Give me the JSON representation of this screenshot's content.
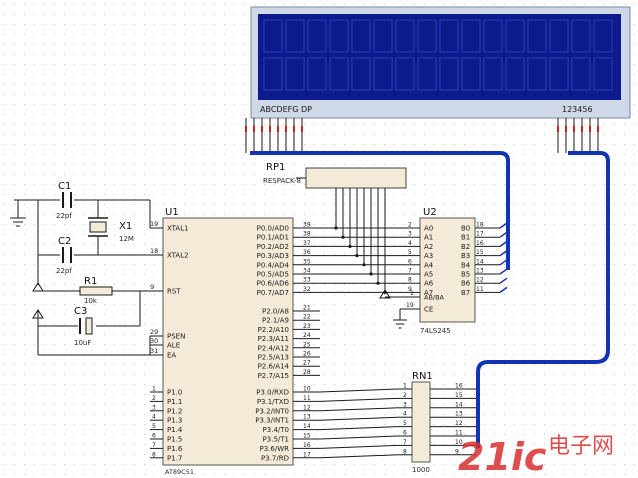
{
  "lcd": {
    "left_label": "ABCDEFG DP",
    "right_label": "123456"
  },
  "crystal": {
    "ref": "X1",
    "value": "12M"
  },
  "capacitors": [
    {
      "ref": "C1",
      "value": "22pf"
    },
    {
      "ref": "C2",
      "value": "22pf"
    },
    {
      "ref": "C3",
      "value": "10uF"
    }
  ],
  "resistor": {
    "ref": "R1",
    "value": "10k"
  },
  "rp1": {
    "ref": "RP1",
    "label": "RESPACK-8"
  },
  "rn1": {
    "ref": "RN1",
    "value": "1000"
  },
  "mcu": {
    "ref": "U1",
    "part": "AT89C51",
    "left_pins": [
      {
        "num": "19",
        "name": "XTAL1"
      },
      {
        "num": "18",
        "name": "XTAL2"
      },
      {
        "num": "9",
        "name": "RST"
      },
      {
        "num": "29",
        "name": "PSEN"
      },
      {
        "num": "30",
        "name": "ALE"
      },
      {
        "num": "31",
        "name": "EA"
      }
    ],
    "p1_pins": [
      {
        "num": "1",
        "name": "P1.0"
      },
      {
        "num": "2",
        "name": "P1.1"
      },
      {
        "num": "3",
        "name": "P1.2"
      },
      {
        "num": "4",
        "name": "P1.3"
      },
      {
        "num": "5",
        "name": "P1.4"
      },
      {
        "num": "6",
        "name": "P1.5"
      },
      {
        "num": "7",
        "name": "P1.6"
      },
      {
        "num": "8",
        "name": "P1.7"
      }
    ],
    "p0_pins": [
      {
        "num": "39",
        "name": "P0.0/AD0"
      },
      {
        "num": "38",
        "name": "P0.1/AD1"
      },
      {
        "num": "37",
        "name": "P0.2/AD2"
      },
      {
        "num": "36",
        "name": "P0.3/AD3"
      },
      {
        "num": "35",
        "name": "P0.4/AD4"
      },
      {
        "num": "34",
        "name": "P0.5/AD5"
      },
      {
        "num": "33",
        "name": "P0.6/AD6"
      },
      {
        "num": "32",
        "name": "P0.7/AD7"
      }
    ],
    "p2_pins": [
      {
        "num": "21",
        "name": "P2.0/A8"
      },
      {
        "num": "22",
        "name": "P2.1/A9"
      },
      {
        "num": "23",
        "name": "P2.2/A10"
      },
      {
        "num": "24",
        "name": "P2.3/A11"
      },
      {
        "num": "25",
        "name": "P2.4/A12"
      },
      {
        "num": "26",
        "name": "P2.5/A13"
      },
      {
        "num": "27",
        "name": "P2.6/A14"
      },
      {
        "num": "28",
        "name": "P2.7/A15"
      }
    ],
    "p3_pins": [
      {
        "num": "10",
        "name": "P3.0/RXD"
      },
      {
        "num": "11",
        "name": "P3.1/TXD"
      },
      {
        "num": "12",
        "name": "P3.2/INT0"
      },
      {
        "num": "13",
        "name": "P3.3/INT1"
      },
      {
        "num": "14",
        "name": "P3.4/T0"
      },
      {
        "num": "15",
        "name": "P3.5/T1"
      },
      {
        "num": "16",
        "name": "P3.6/WR"
      },
      {
        "num": "17",
        "name": "P3.7/RD"
      }
    ]
  },
  "buffer": {
    "ref": "U2",
    "part": "74LS245",
    "a_pins": [
      {
        "num": "2",
        "name": "A0"
      },
      {
        "num": "3",
        "name": "A1"
      },
      {
        "num": "4",
        "name": "A2"
      },
      {
        "num": "5",
        "name": "A3"
      },
      {
        "num": "6",
        "name": "A4"
      },
      {
        "num": "7",
        "name": "A5"
      },
      {
        "num": "8",
        "name": "A6"
      },
      {
        "num": "9",
        "name": "A7"
      }
    ],
    "b_pins": [
      {
        "num": "18",
        "name": "B0"
      },
      {
        "num": "17",
        "name": "B1"
      },
      {
        "num": "16",
        "name": "B2"
      },
      {
        "num": "15",
        "name": "B3"
      },
      {
        "num": "14",
        "name": "B4"
      },
      {
        "num": "13",
        "name": "B5"
      },
      {
        "num": "12",
        "name": "B6"
      },
      {
        "num": "11",
        "name": "B7"
      }
    ],
    "ce_pin": {
      "num": "19",
      "name": "CE"
    },
    "dir_pin": {
      "num": "1",
      "name": "AB/BA"
    }
  },
  "rn1_pins": {
    "left": [
      "1",
      "2",
      "3",
      "4",
      "5",
      "6",
      "7",
      "8"
    ],
    "right": [
      "16",
      "15",
      "14",
      "13",
      "12",
      "11",
      "10",
      "9"
    ]
  },
  "watermark": {
    "text_a": "21ic",
    "text_b": "电子网"
  },
  "colors": {
    "wire": "#1a1a1a",
    "bus": "#1432b4",
    "lcd_frame": "#cfd8e6",
    "lcd_screen": "#0d1a8c",
    "chip_fill": "#f4ead8",
    "pin_red": "#cc2222",
    "grid_dot": "#c8c8c8"
  }
}
